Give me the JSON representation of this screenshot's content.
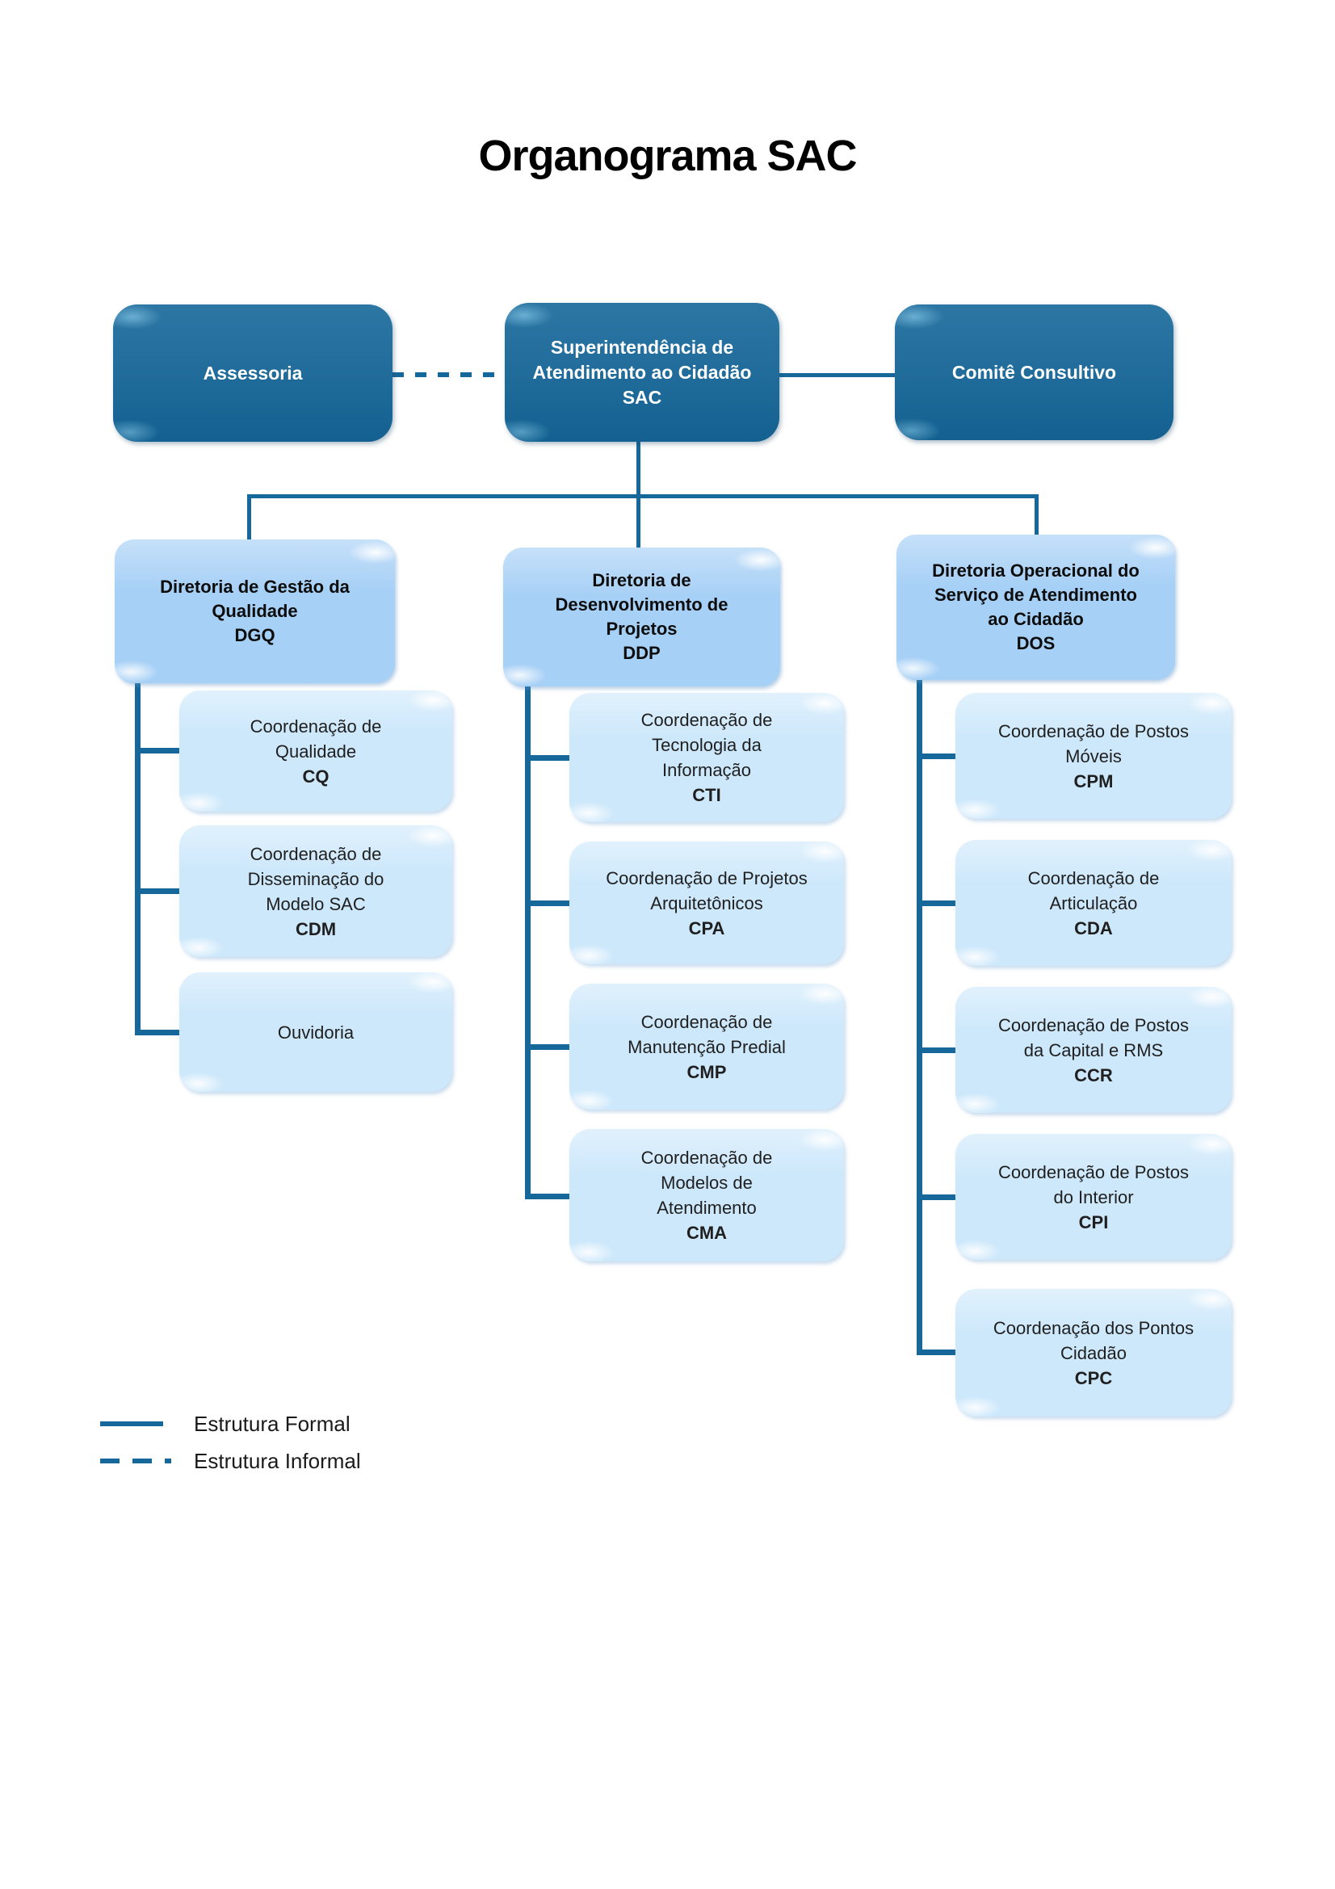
{
  "title": "Organograma SAC",
  "colors": {
    "top_box": "#15679A",
    "mid_box": "#A7D0F6",
    "child_box": "#CDE8FB",
    "connector_line": "#16689B",
    "top_text": "#FFFFFF",
    "body_text": "#1F1F1F"
  },
  "top": {
    "assessoria": {
      "label": "Assessoria"
    },
    "sac": {
      "label": "Superintendência de\nAtendimento ao Cidadão\nSAC"
    },
    "comite": {
      "label": "Comitê Consultivo"
    }
  },
  "columns": [
    {
      "header": {
        "name": "Diretoria de Gestão da\nQualidade",
        "acronym": "DGQ"
      },
      "children": [
        {
          "name": "Coordenação de\nQualidade",
          "acronym": "CQ"
        },
        {
          "name": "Coordenação de\nDisseminação do\nModelo SAC",
          "acronym": "CDM"
        },
        {
          "name": "Ouvidoria",
          "acronym": ""
        }
      ]
    },
    {
      "header": {
        "name": "Diretoria de\nDesenvolvimento de\nProjetos",
        "acronym": "DDP"
      },
      "children": [
        {
          "name": "Coordenação de\nTecnologia da\nInformação",
          "acronym": "CTI"
        },
        {
          "name": "Coordenação de Projetos\nArquitetônicos",
          "acronym": "CPA"
        },
        {
          "name": "Coordenação de\nManutenção Predial",
          "acronym": "CMP"
        },
        {
          "name": "Coordenação de\nModelos de\nAtendimento",
          "acronym": "CMA"
        }
      ]
    },
    {
      "header": {
        "name": "Diretoria Operacional do\nServiço de Atendimento\nao Cidadão",
        "acronym": "DOS"
      },
      "children": [
        {
          "name": "Coordenação de Postos\nMóveis",
          "acronym": "CPM"
        },
        {
          "name": "Coordenação de\nArticulação",
          "acronym": "CDA"
        },
        {
          "name": "Coordenação de Postos\nda Capital e RMS",
          "acronym": "CCR"
        },
        {
          "name": "Coordenação de Postos\ndo Interior",
          "acronym": "CPI"
        },
        {
          "name": "Coordenação dos Pontos\nCidadão",
          "acronym": "CPC"
        }
      ]
    }
  ],
  "legend": {
    "formal": "Estrutura Formal",
    "informal": "Estrutura Informal"
  }
}
